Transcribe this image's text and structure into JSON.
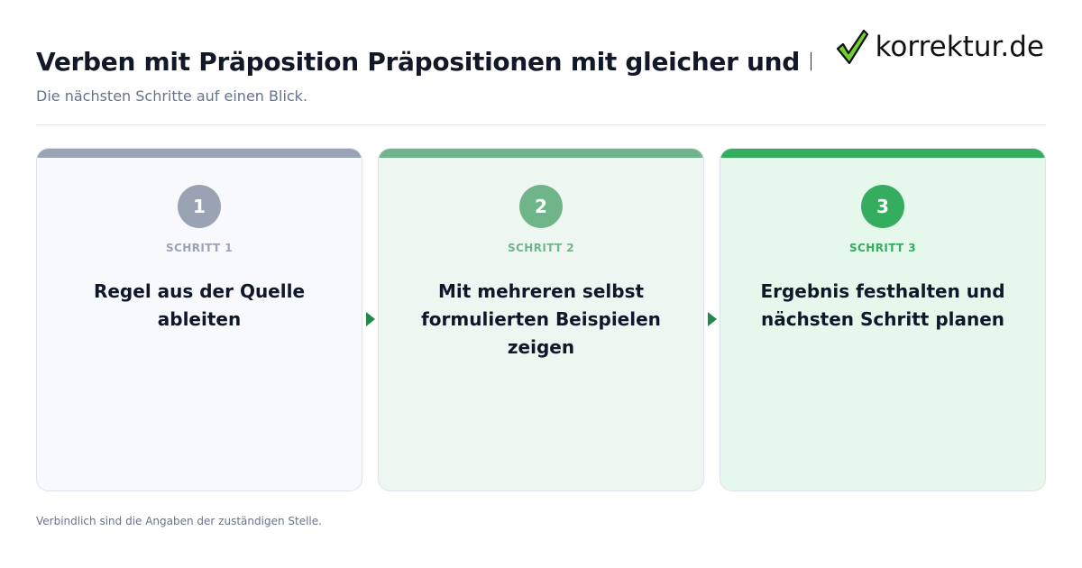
{
  "header": {
    "title": "Verben mit Präposition Präpositionen mit gleicher und Prä…",
    "subtitle": "Die nächsten Schritte auf einen Blick."
  },
  "logo": {
    "text": "korrektur.de",
    "icon": "checkmark-icon",
    "check_color": "#6fd02f"
  },
  "steps": [
    {
      "number": "1",
      "label": "SCHRITT 1",
      "text": "Regel aus der Quelle ableiten",
      "color": "#9aa3b3"
    },
    {
      "number": "2",
      "label": "SCHRITT 2",
      "text": "Mit mehreren selbst formulierten Beispielen zeigen",
      "color": "#70b589"
    },
    {
      "number": "3",
      "label": "SCHRITT 3",
      "text": "Ergebnis festhalten und nächsten Schritt planen",
      "color": "#34ad5e"
    }
  ],
  "arrow_color": "#1f8a45",
  "footer": {
    "note": "Verbindlich sind die Angaben der zuständigen Stelle."
  }
}
